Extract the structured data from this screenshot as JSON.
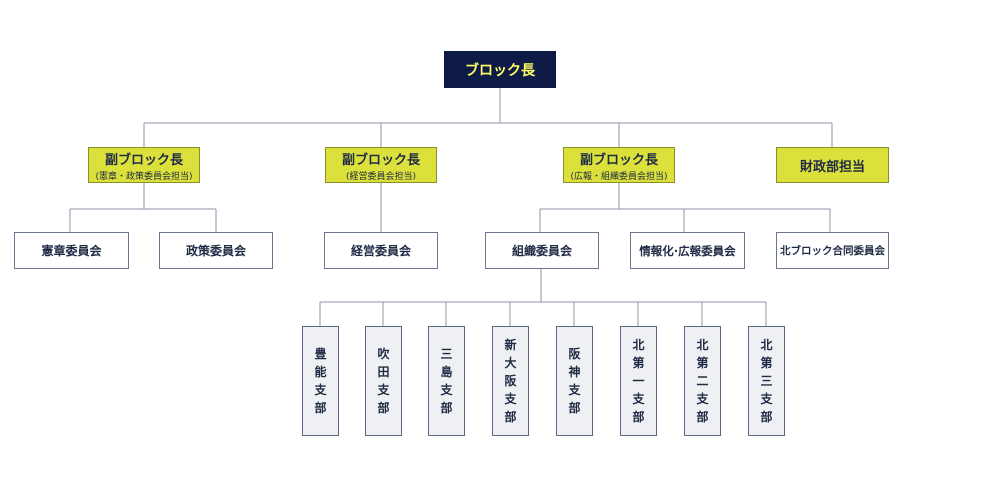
{
  "chart": {
    "top": {
      "label": "ブロック長"
    },
    "deputies": [
      {
        "label": "副ブロック長",
        "sub": "(憲章・政策委員会担当)"
      },
      {
        "label": "副ブロック長",
        "sub": "(経営委員会担当)"
      },
      {
        "label": "副ブロック長",
        "sub": "(広報・組織委員会担当)"
      },
      {
        "label": "財政部担当"
      }
    ],
    "committees": [
      {
        "label": "憲章委員会"
      },
      {
        "label": "政策委員会"
      },
      {
        "label": "経営委員会"
      },
      {
        "label": "組織委員会"
      },
      {
        "label": "情報化·広報委員会"
      },
      {
        "label": "北ブロック合同委員会"
      }
    ],
    "branches": [
      {
        "label": "豊能支部"
      },
      {
        "label": "吹田支部"
      },
      {
        "label": "三島支部"
      },
      {
        "label": "新大阪支部"
      },
      {
        "label": "阪神支部"
      },
      {
        "label": "北第一支部"
      },
      {
        "label": "北第二支部"
      },
      {
        "label": "北第三支部"
      }
    ],
    "colors": {
      "top_fill": "#0f1b47",
      "top_text": "#ffff66",
      "deputy_fill": "#dbe13a",
      "branch_fill": "#eef0f4",
      "line": "#8d94aa"
    }
  }
}
